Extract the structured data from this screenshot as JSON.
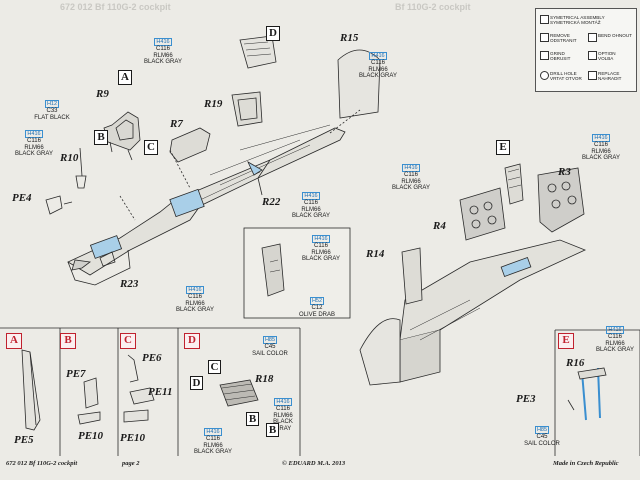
{
  "header": {
    "left_faint": "672 012  Bf 110G-2 cockpit",
    "right_faint": "Bf 110G-2 cockpit"
  },
  "legend": {
    "items": [
      {
        "icon": "symmetric-icon",
        "text": "SYMETRICAL ASSEMBLY SYMETRICKÁ MONTÁŽ"
      },
      {
        "icon": "remove-icon",
        "text": "REMOVE ODSTRANIT"
      },
      {
        "icon": "bend-icon",
        "text": "BEND OHNOUT"
      },
      {
        "icon": "grind-icon",
        "text": "GRIND OBRUSIT"
      },
      {
        "icon": "option-icon",
        "text": "OPTION VOLBA"
      },
      {
        "icon": "drill-icon",
        "text": "DRILL HOLE VRTAT OTVOR"
      },
      {
        "icon": "replace-icon",
        "text": "REPLACE NAHRADIT"
      }
    ]
  },
  "paints": {
    "p1": {
      "code": "H416",
      "lines": [
        "C116",
        "RLM66",
        "BLACK GRAY"
      ]
    },
    "p2": {
      "code": "H12",
      "lines": [
        "C33",
        "FLAT BLACK"
      ]
    },
    "p3": {
      "code": "H416",
      "lines": [
        "C116",
        "RLM66",
        "BLACK GRAY"
      ]
    },
    "p4": {
      "code": "H416",
      "lines": [
        "C116",
        "RLM66",
        "BLACK GRAY"
      ]
    },
    "p5": {
      "code": "H416",
      "lines": [
        "C116",
        "RLM66",
        "BLACK GRAY"
      ]
    },
    "p6": {
      "code": "H416",
      "lines": [
        "C116",
        "RLM66",
        "BLACK GRAY"
      ]
    },
    "p7": {
      "code": "H416",
      "lines": [
        "C116",
        "RLM66",
        "BLACK GRAY"
      ]
    },
    "p8": {
      "code": "H416",
      "lines": [
        "C116",
        "RLM66",
        "BLACK GRAY"
      ]
    },
    "p9": {
      "code": "H416",
      "lines": [
        "C116",
        "RLM66",
        "BLACK GRAY"
      ]
    },
    "p10": {
      "code": "H52",
      "lines": [
        "C12",
        "OLIVE DRAB"
      ]
    },
    "p11": {
      "code": "H416",
      "lines": [
        "C116",
        "RLM66",
        "BLACK GRAY"
      ]
    },
    "p12": {
      "code": "H85",
      "lines": [
        "C45",
        "SAIL COLOR"
      ]
    },
    "p13": {
      "code": "H416",
      "lines": [
        "C116",
        "RLM66",
        "BLACK GRAY"
      ]
    },
    "p14": {
      "code": "H416",
      "lines": [
        "C116",
        "RLM66",
        "BLACK GRAY"
      ]
    },
    "p15": {
      "code": "H85",
      "lines": [
        "C45",
        "SAIL COLOR"
      ]
    }
  },
  "labels": {
    "R9": "R9",
    "R7": "R7",
    "R10": "R10",
    "R19": "R19",
    "R15": "R15",
    "R22": "R22",
    "R23": "R23",
    "R14": "R14",
    "R3": "R3",
    "R4": "R4",
    "PE4": "PE4",
    "R16": "R16",
    "PE3": "PE3",
    "R18": "R18",
    "PE5": "PE5",
    "PE7": "PE7",
    "PE10a": "PE10",
    "PE6": "PE6",
    "PE11": "PE11",
    "PE10b": "PE10"
  },
  "boxes": {
    "A": "A",
    "B": "B",
    "C": "C",
    "D": "D",
    "E": "E",
    "A_red": "A",
    "B_red": "B",
    "C_red": "C",
    "D_red": "D",
    "E_red": "E",
    "Dc": "C",
    "Dd": "D",
    "Db": "B",
    "Db2": "B"
  },
  "footer": {
    "left": "672 012   Bf 110G-2 cockpit",
    "page": "page 2",
    "center": "© EDUARD  M.A. 2013",
    "right": "Made in Czech Republic"
  },
  "colors": {
    "paint_blue": "#3a8fd0",
    "box_red": "#c0212e",
    "part_blue": "#a9cfe8"
  }
}
